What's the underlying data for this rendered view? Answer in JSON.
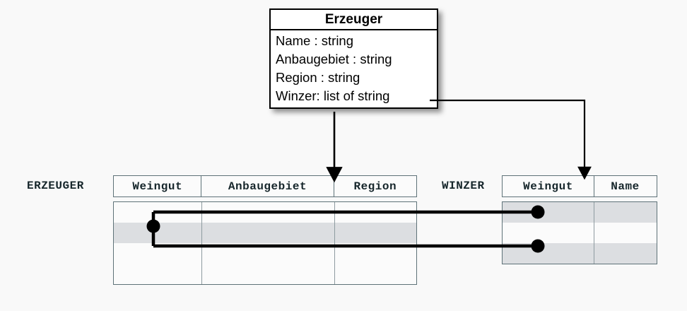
{
  "diagram": {
    "title_text": "Erzeuger",
    "uml_class": {
      "name": "Erzeuger",
      "attributes": [
        "Name : string",
        "Anbaugebiet : string",
        "Region : string",
        "Winzer: list of string"
      ]
    },
    "tables": [
      {
        "label": "ERZEUGER",
        "columns": [
          "Weingut",
          "Anbaugebiet",
          "Region"
        ],
        "rows": [
          {
            "cells": [
              "",
              "",
              ""
            ],
            "shaded": false
          },
          {
            "cells": [
              "",
              "",
              ""
            ],
            "shaded": true
          },
          {
            "cells": [
              "",
              "",
              ""
            ],
            "shaded": false
          },
          {
            "cells": [
              "",
              "",
              ""
            ],
            "shaded": false
          }
        ]
      },
      {
        "label": "WINZER",
        "columns": [
          "Weingut",
          "Name"
        ],
        "rows": [
          {
            "cells": [
              "",
              ""
            ],
            "shaded": true
          },
          {
            "cells": [
              "",
              ""
            ],
            "shaded": false
          },
          {
            "cells": [
              "",
              ""
            ],
            "shaded": true
          }
        ]
      }
    ],
    "connectors": {
      "arrow_to_erzeuger": "Erzeuger class maps to ERZEUGER table",
      "arrow_to_winzer": "Winzer list attribute maps to WINZER table",
      "row_links": [
        "ERZEUGER row 2 Weingut links to WINZER row 1 Weingut",
        "ERZEUGER row 2 Weingut links to WINZER row 3 Weingut"
      ]
    },
    "colors": {
      "background": "#f9f9f9",
      "line": "#000000",
      "table_border": "#5e7278",
      "row_shade": "#dcdee1",
      "text": "#16262b"
    }
  }
}
